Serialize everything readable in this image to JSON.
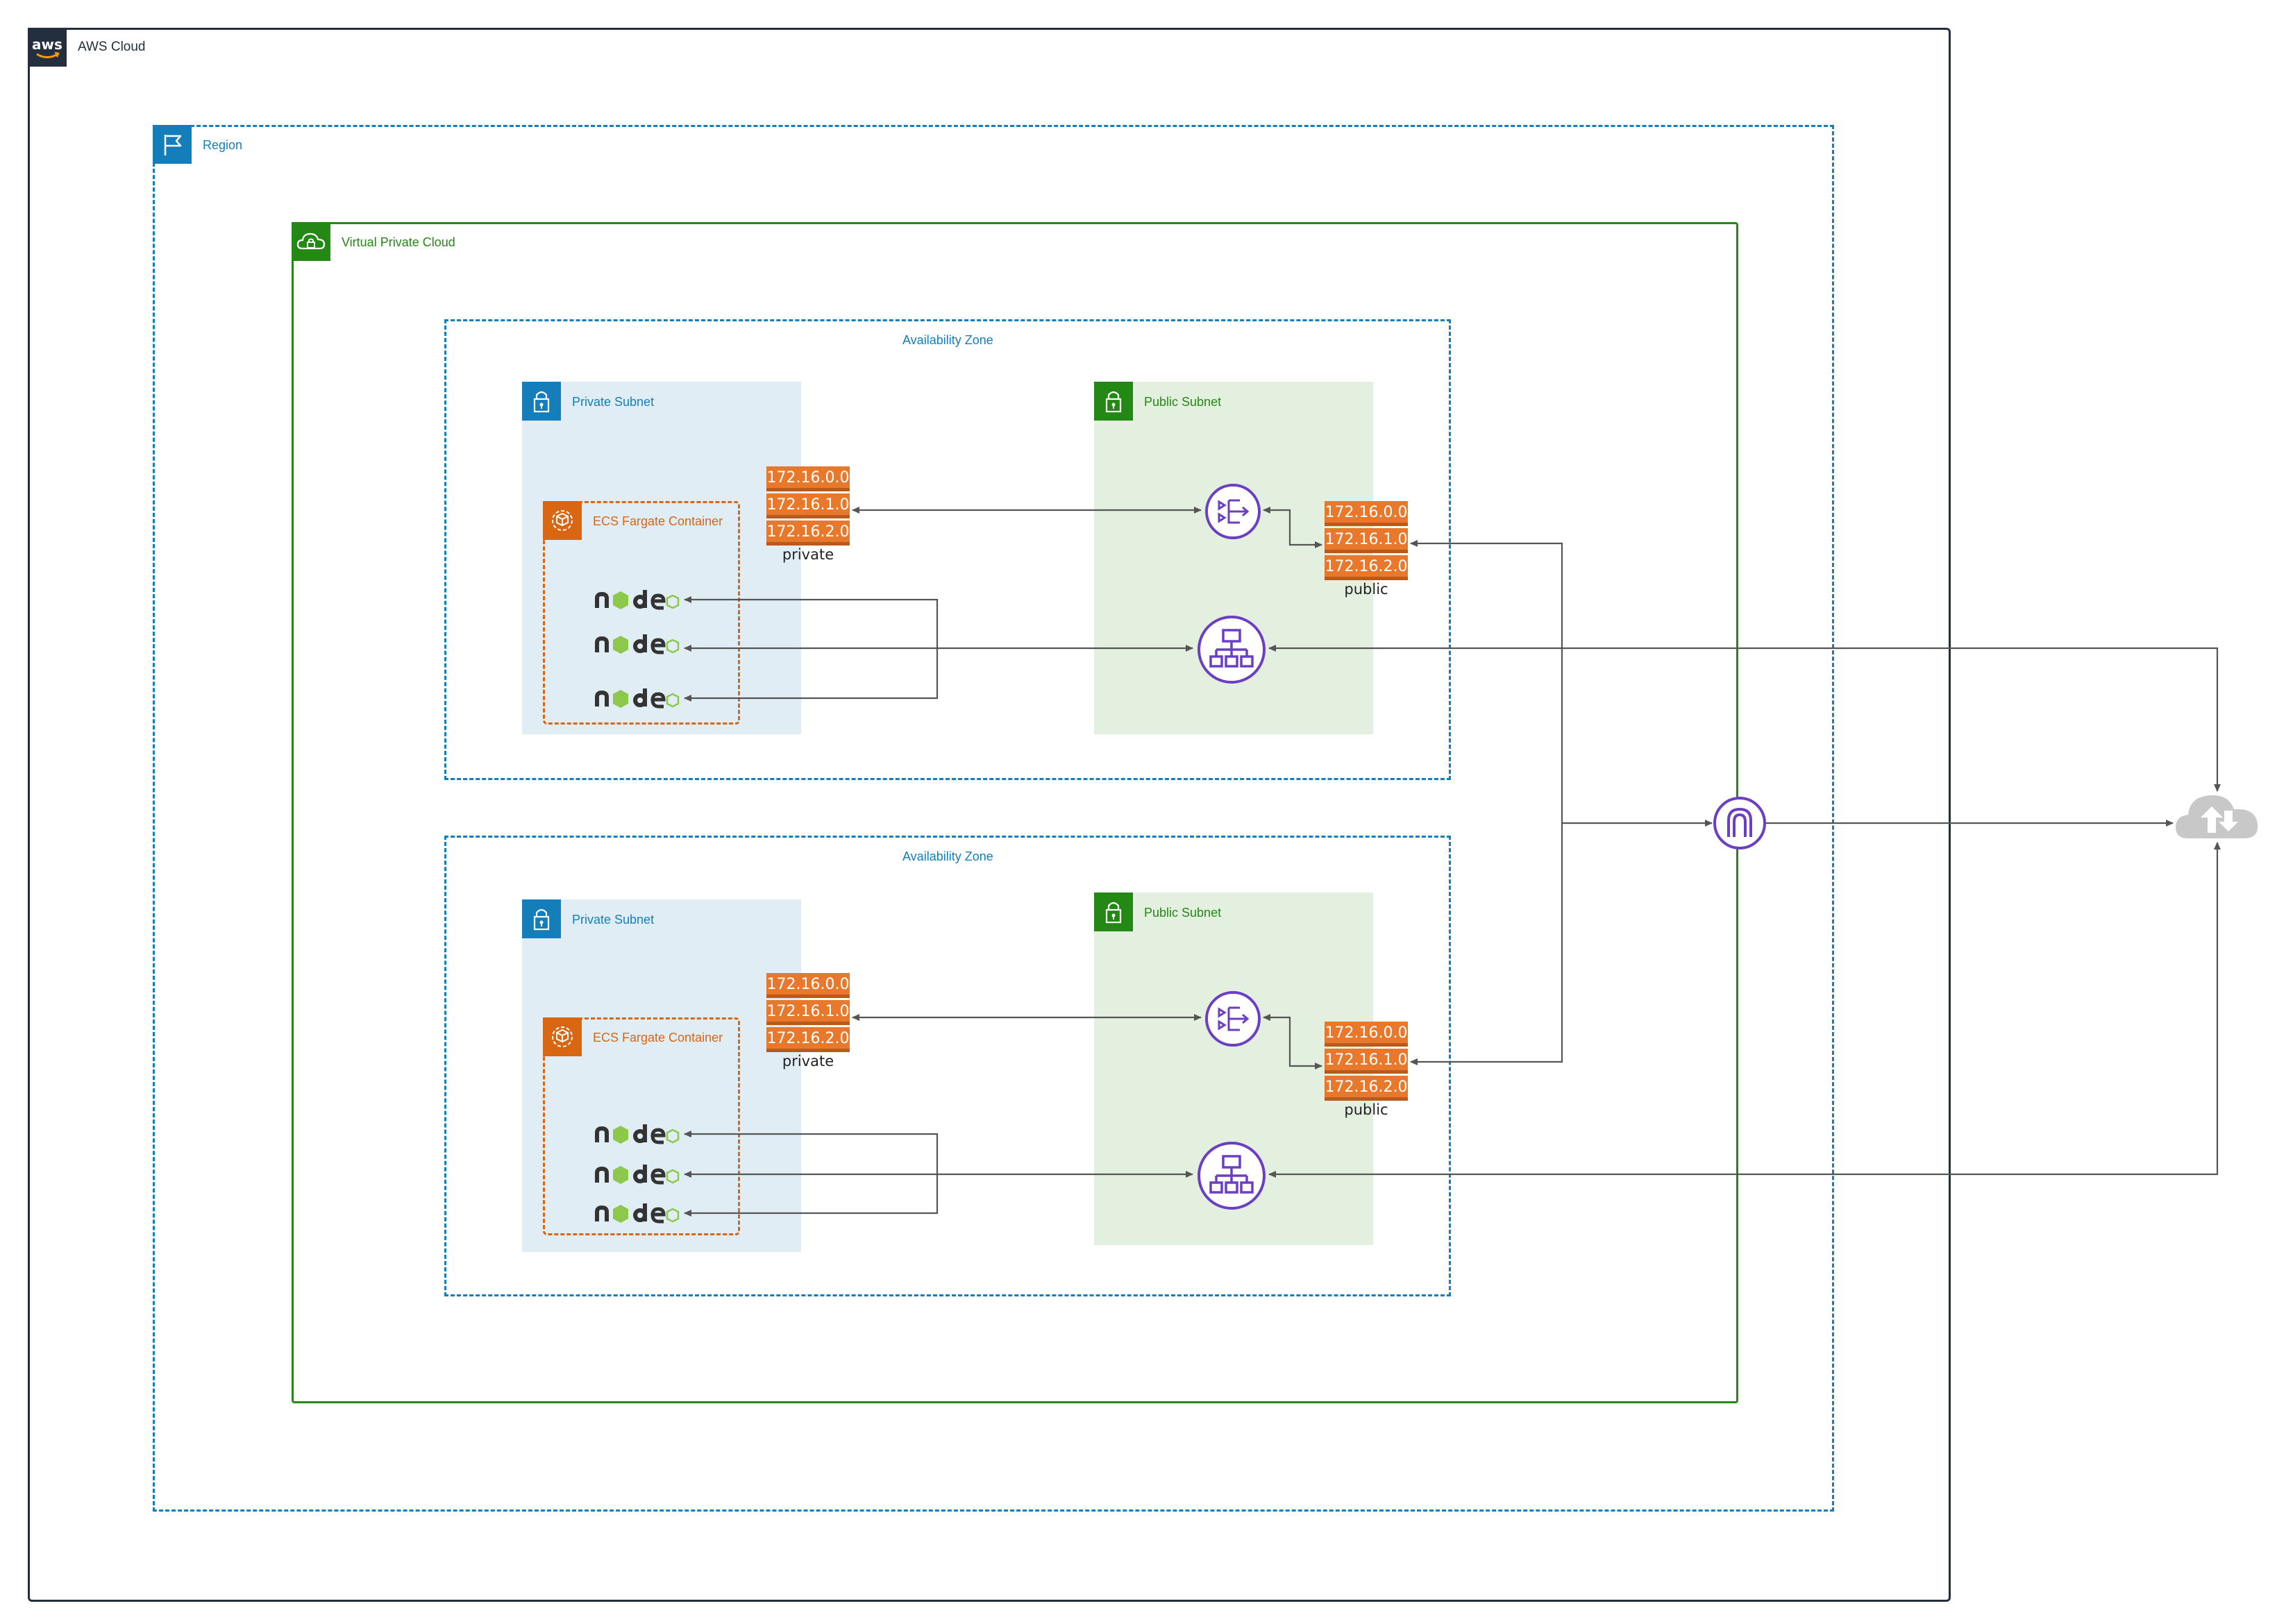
{
  "aws_cloud": {
    "label": "AWS Cloud",
    "logo_text": "aws"
  },
  "region": {
    "label": "Region"
  },
  "vpc": {
    "label": "Virtual Private Cloud"
  },
  "az1": {
    "label": "Availability Zone",
    "private_subnet": {
      "label": "Private Subnet"
    },
    "public_subnet": {
      "label": "Public Subnet"
    },
    "ecs": {
      "label": "ECS Fargate Container"
    },
    "private_route_table": {
      "rows": [
        "172.16.0.0",
        "172.16.1.0",
        "172.16.2.0"
      ],
      "caption": "private"
    },
    "public_route_table": {
      "rows": [
        "172.16.0.0",
        "172.16.1.0",
        "172.16.2.0"
      ],
      "caption": "public"
    }
  },
  "az2": {
    "label": "Availability Zone",
    "private_subnet": {
      "label": "Private Subnet"
    },
    "public_subnet": {
      "label": "Public Subnet"
    },
    "ecs": {
      "label": "ECS Fargate Container"
    },
    "private_route_table": {
      "rows": [
        "172.16.0.0",
        "172.16.1.0",
        "172.16.2.0"
      ],
      "caption": "private"
    },
    "public_route_table": {
      "rows": [
        "172.16.0.0",
        "172.16.1.0",
        "172.16.2.0"
      ],
      "caption": "public"
    }
  },
  "colors": {
    "aws_border": "#232f3e",
    "region": "#147eba",
    "vpc": "#248814",
    "private_subnet_bg": "#e0edf5",
    "public_subnet_bg": "#e4f0df",
    "ecs": "#d86613",
    "network_icon": "#6b3fc4",
    "route_table": "#e8782c",
    "node_green": "#8cc84b",
    "node_dark": "#333333",
    "cloud": "#c8c8c8"
  },
  "icons": [
    "aws-logo",
    "flag-icon",
    "cloud-lock-icon",
    "lock-icon",
    "fargate-icon",
    "nat-gateway-icon",
    "load-balancer-icon",
    "internet-gateway-icon",
    "internet-cloud-icon",
    "nodejs-logo"
  ]
}
